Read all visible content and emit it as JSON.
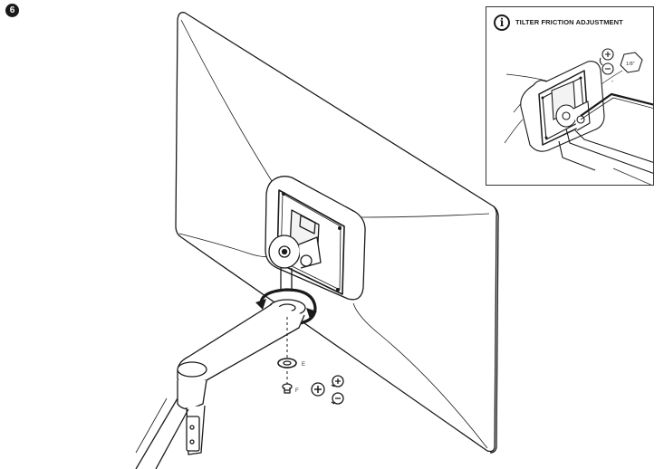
{
  "step": {
    "number": "6"
  },
  "inset": {
    "title": "TILTER FRICTION ADJUSTMENT",
    "info_symbol": "i",
    "tool_size": "1/8\"",
    "minus_mark": "-"
  },
  "labels": {
    "washer": "E",
    "screw": "F"
  }
}
